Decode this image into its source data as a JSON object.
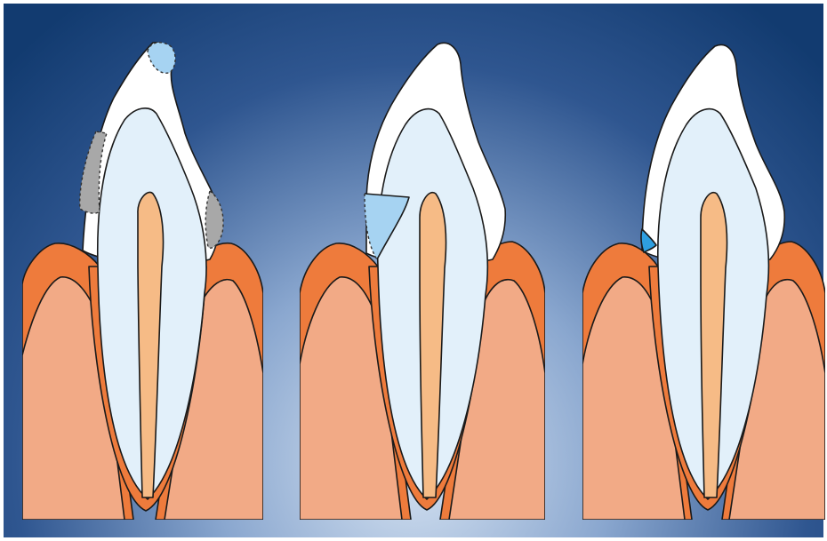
{
  "diagram": {
    "colors": {
      "background_center": "#c8d8ec",
      "background_edge": "#123b70",
      "frame": "#ffffff",
      "gum_band": "#ee7b3c",
      "bone": "#f2aa86",
      "enamel": "#ffffff",
      "dentin": "#e2f0fa",
      "pulp": "#f6bb86",
      "outline": "#1a1a1a",
      "defect_grey": "#a8a8a8",
      "defect_light_blue": "#a6d3f2",
      "defect_bright_blue": "#2e9fe0"
    },
    "panels": [
      {
        "name": "panel-1",
        "defects": [
          "incisal-chip-light-blue",
          "labial-grey-wear",
          "lingual-grey-wear"
        ]
      },
      {
        "name": "panel-2",
        "defects": [
          "cervical-wedge-light-blue"
        ]
      },
      {
        "name": "panel-3",
        "defects": [
          "cervical-notch-bright-blue"
        ]
      }
    ]
  }
}
